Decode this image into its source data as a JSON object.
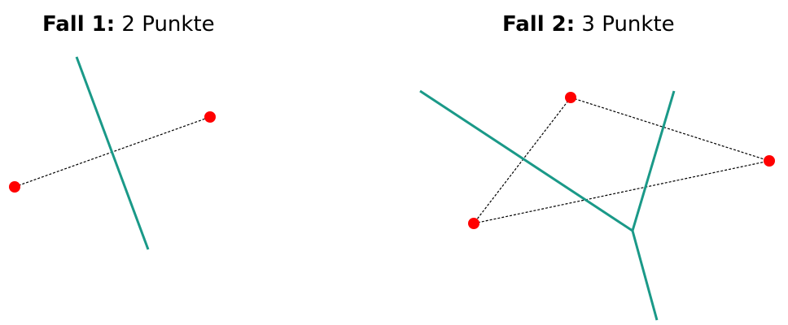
{
  "cases": [
    {
      "label_bold": "Fall 1:",
      "label_rest": " 2 Punkte"
    },
    {
      "label_bold": "Fall 2:",
      "label_rest": " 3 Punkte"
    }
  ],
  "colors": {
    "point": "#ff0000",
    "bisector": "#1a9988",
    "connector": "#000000",
    "text": "#000000"
  }
}
